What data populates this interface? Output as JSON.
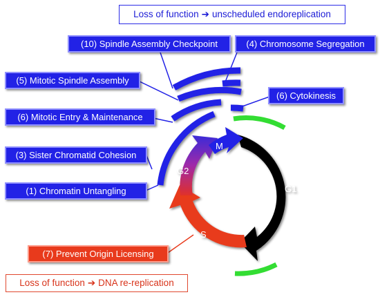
{
  "top_note": {
    "prefix": "Loss of function",
    "arrow": "➔",
    "suffix": "unscheduled endoreplication"
  },
  "bottom_note": {
    "prefix": "Loss of function",
    "arrow": "➔",
    "suffix": "DNA re-replication"
  },
  "processes": {
    "spindle_checkpoint": "(10) Spindle Assembly Checkpoint",
    "chromosome_segregation": "(4) Chromosome Segregation",
    "mitotic_spindle_assembly": "(5) Mitotic Spindle Assembly",
    "cytokinesis": "(6) Cytokinesis",
    "mitotic_entry": "(6) Mitotic Entry & Maintenance",
    "sister_chromatid": "(3) Sister Chromatid Cohesion",
    "chromatin_untangling": "(1) Chromatin Untangling",
    "prevent_origin": "(7) Prevent Origin Licensing"
  },
  "phases": {
    "m": "M",
    "g2": "G2",
    "g1": "G1",
    "s": "S"
  },
  "colors": {
    "blue": "#2222e6",
    "red": "#e83a1c",
    "green": "#33dd33",
    "black": "#000000",
    "purple": "#8a2cbf"
  }
}
